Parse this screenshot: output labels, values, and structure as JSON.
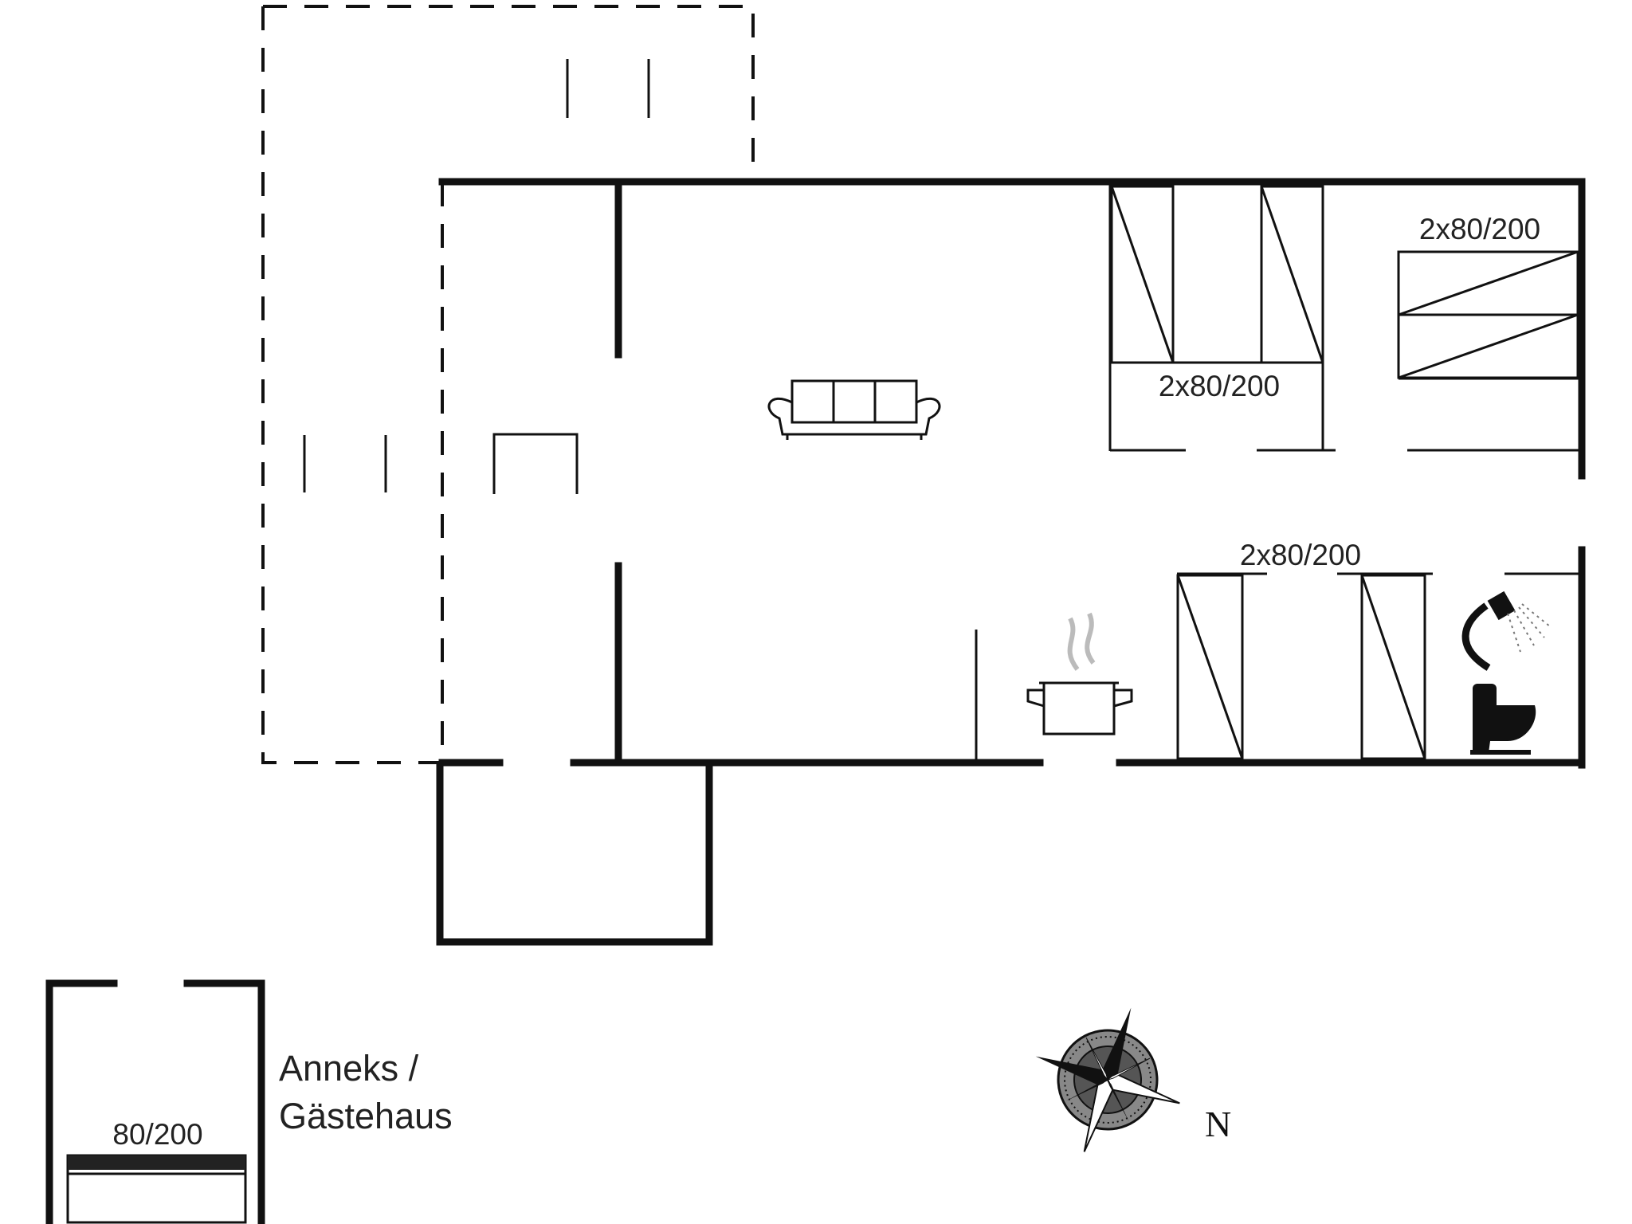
{
  "plan": {
    "labels": {
      "bed_room_1": "2x80/200",
      "bed_room_2": "2x80/200",
      "bed_room_3": "2x80/200",
      "annex_bed": "80/200",
      "annex_title_line1": "Anneks /",
      "annex_title_line2": "Gästehaus",
      "compass_north": "N"
    },
    "icons": {
      "sofa": "sofa-icon",
      "cooking_pot": "cooking-pot-icon",
      "shower": "shower-icon",
      "toilet": "toilet-icon",
      "compass_rose": "compass-rose-icon"
    },
    "colors": {
      "wall": "#111111",
      "background": "#ffffff"
    }
  }
}
